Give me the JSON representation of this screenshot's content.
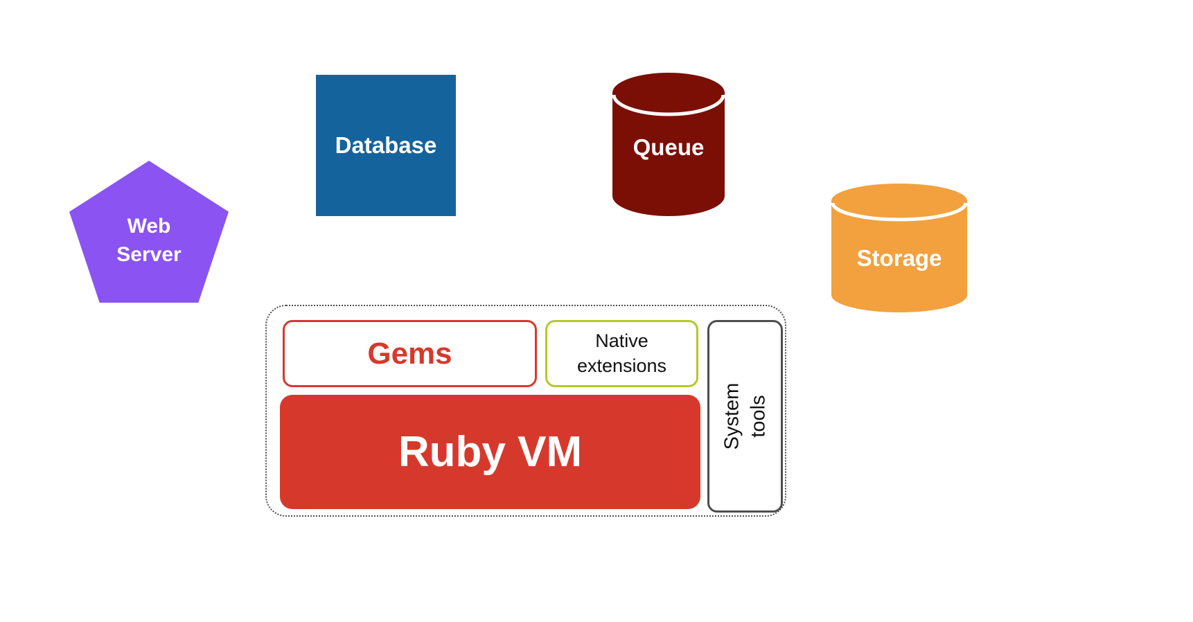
{
  "canvas": {
    "background": "#ffffff"
  },
  "diagram": {
    "nodes": {
      "web_server": {
        "label": "Web Server",
        "shape": "pentagon",
        "fill": "#8a53f2",
        "text_color": "#ffffff"
      },
      "database": {
        "label": "Database",
        "shape": "square",
        "fill": "#15639c",
        "text_color": "#ffffff"
      },
      "queue": {
        "label": "Queue",
        "shape": "cylinder",
        "fill": "#7b0f05",
        "text_color": "#ffffff"
      },
      "storage": {
        "label": "Storage",
        "shape": "cylinder",
        "fill": "#f2a13e",
        "text_color": "#ffffff"
      },
      "gems": {
        "label": "Gems",
        "shape": "outlined-rounded-rect",
        "border_color": "#d6392b",
        "text_color": "#d6392b"
      },
      "native_extensions": {
        "label": "Native extensions",
        "shape": "outlined-rounded-rect",
        "border_color": "#b5c827",
        "text_color": "#111111"
      },
      "system_tools": {
        "label": "System tools",
        "shape": "outlined-rounded-rect",
        "text_orientation": "rotated-90-ccw",
        "border_color": "#4d4d4d",
        "text_color": "#111111"
      },
      "ruby_vm": {
        "label": "Ruby VM",
        "shape": "filled-rounded-rect",
        "fill": "#d6392b",
        "text_color": "#ffffff"
      }
    },
    "group": {
      "border_color": "#4d4d4d",
      "border_style": "dotted"
    }
  }
}
